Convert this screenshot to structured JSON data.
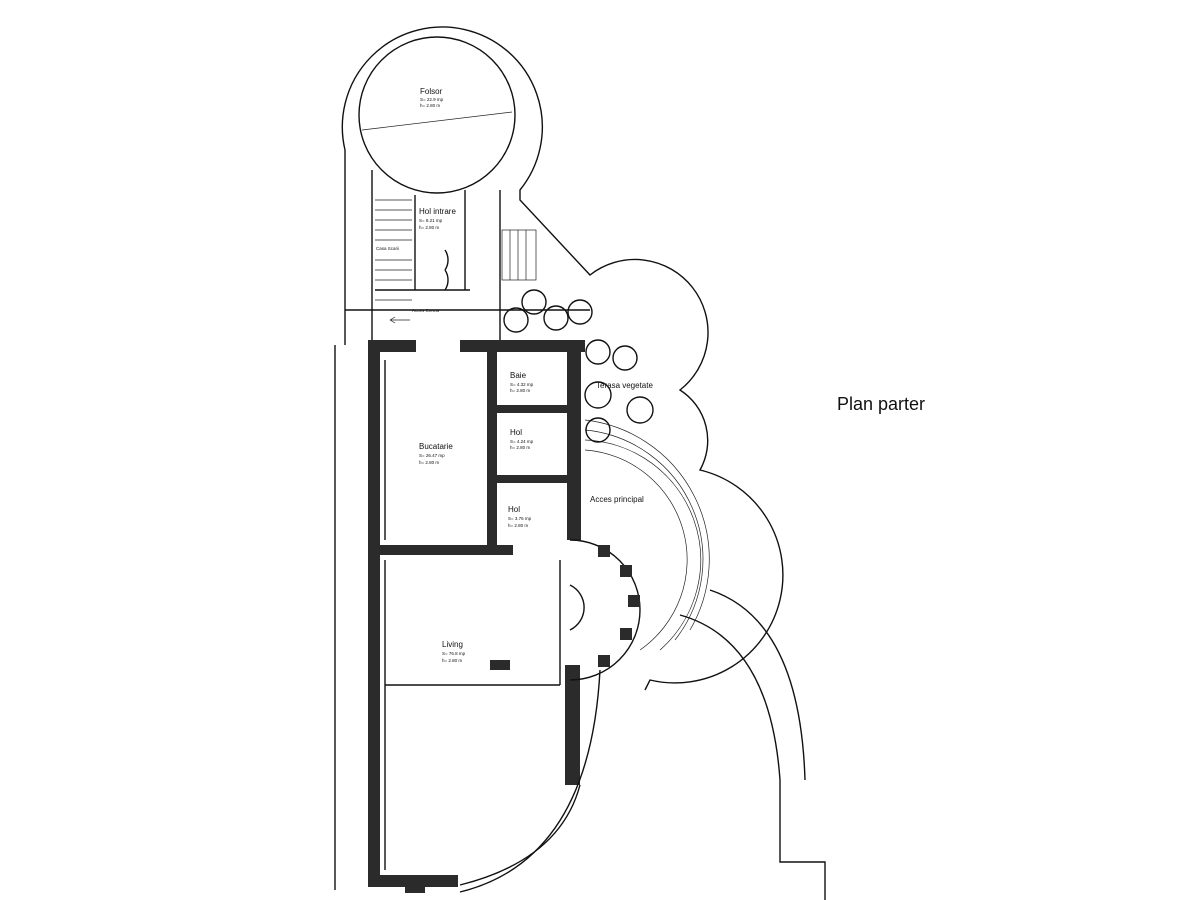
{
  "title": "Plan parter",
  "rooms": {
    "folsor": {
      "name": "Folsor",
      "area": "S= 22.9 mp",
      "height": "h= 2.80 m"
    },
    "hol_intrare": {
      "name": "Hol intrare",
      "area": "S= 8.21 mp",
      "height": "h= 2.80 m"
    },
    "casa_scarii": {
      "name": "Casa Scarii"
    },
    "acces_crema": {
      "name": "Acces Crema"
    },
    "baie": {
      "name": "Baie",
      "area": "S= 4.32 mp",
      "height": "h= 2.80 m"
    },
    "hol1": {
      "name": "Hol",
      "area": "S= 4.24 mp",
      "height": "h= 2.80 m"
    },
    "bucatarie": {
      "name": "Bucatarie",
      "area": "S= 26.47 mp",
      "height": "h= 2.80 m"
    },
    "hol2": {
      "name": "Hol",
      "area": "S= 3.76 mp",
      "height": "h= 2.80 m"
    },
    "acces_principal": {
      "name": "Acces principal"
    },
    "terasa": {
      "name": "Terasa vegetate"
    },
    "living": {
      "name": "Living",
      "area": "S= 76.8 mp",
      "height": "h= 2.80 m"
    }
  }
}
